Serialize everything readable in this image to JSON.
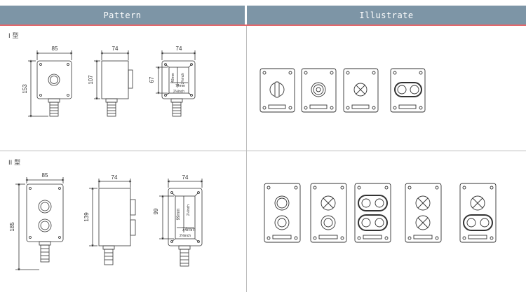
{
  "header": {
    "pattern": "Pattern",
    "illustrate": "Illustrate"
  },
  "type1": {
    "label": "I 型",
    "front": {
      "width": "85",
      "height": "153"
    },
    "side": {
      "width": "74",
      "height": "107"
    },
    "back": {
      "width": "74",
      "height": "67",
      "lbl_a": "48mm",
      "lbl_b": "2⅛inch",
      "lbl_c": "2⅛inch",
      "lbl_d": "74mm"
    }
  },
  "type2": {
    "label": "II 型",
    "front": {
      "width": "85",
      "height": "185"
    },
    "side": {
      "width": "74",
      "height": "139"
    },
    "back": {
      "width": "74",
      "height": "99",
      "lbl_a": "99mm",
      "lbl_b": "2⅛inch",
      "lbl_c": "2⅛inch",
      "lbl_d": "74mm"
    }
  }
}
